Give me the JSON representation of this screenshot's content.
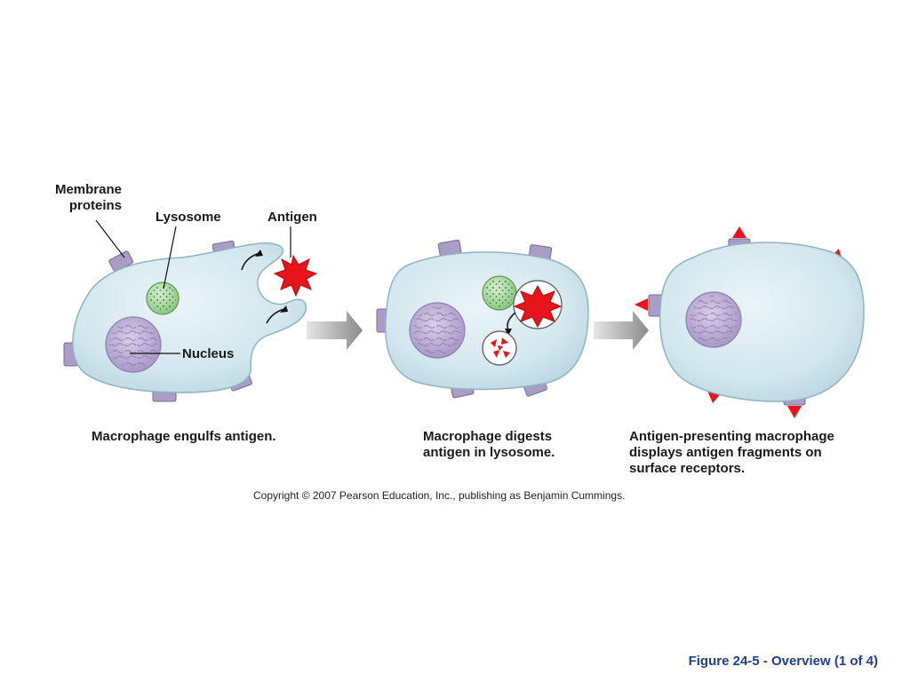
{
  "labels": {
    "membrane_proteins_line1": "Membrane",
    "membrane_proteins_line2": "proteins",
    "lysosome": "Lysosome",
    "antigen": "Antigen",
    "nucleus": "Nucleus"
  },
  "captions": {
    "step1": "Macrophage engulfs antigen.",
    "step2_line1": "Macrophage digests",
    "step2_line2": "antigen in lysosome.",
    "step3_line1": "Antigen-presenting macrophage",
    "step3_line2": "displays antigen fragments on",
    "step3_line3": "surface receptors."
  },
  "copyright": "Copyright © 2007 Pearson Education, Inc., publishing as Benjamin Cummings.",
  "footer_title": "Figure 24-5 - Overview (1 of 4)",
  "colors": {
    "cell_fill": "#d3e7ee",
    "cell_stroke": "#8fb3c2",
    "membrane_protein": "#a99cc5",
    "nucleus": "#b8a9d0",
    "lysosome": "#a9d6a0",
    "antigen_red": "#e8141c",
    "arrow_gray": "#9a9a9a",
    "footer_blue": "#1f3f8f"
  }
}
